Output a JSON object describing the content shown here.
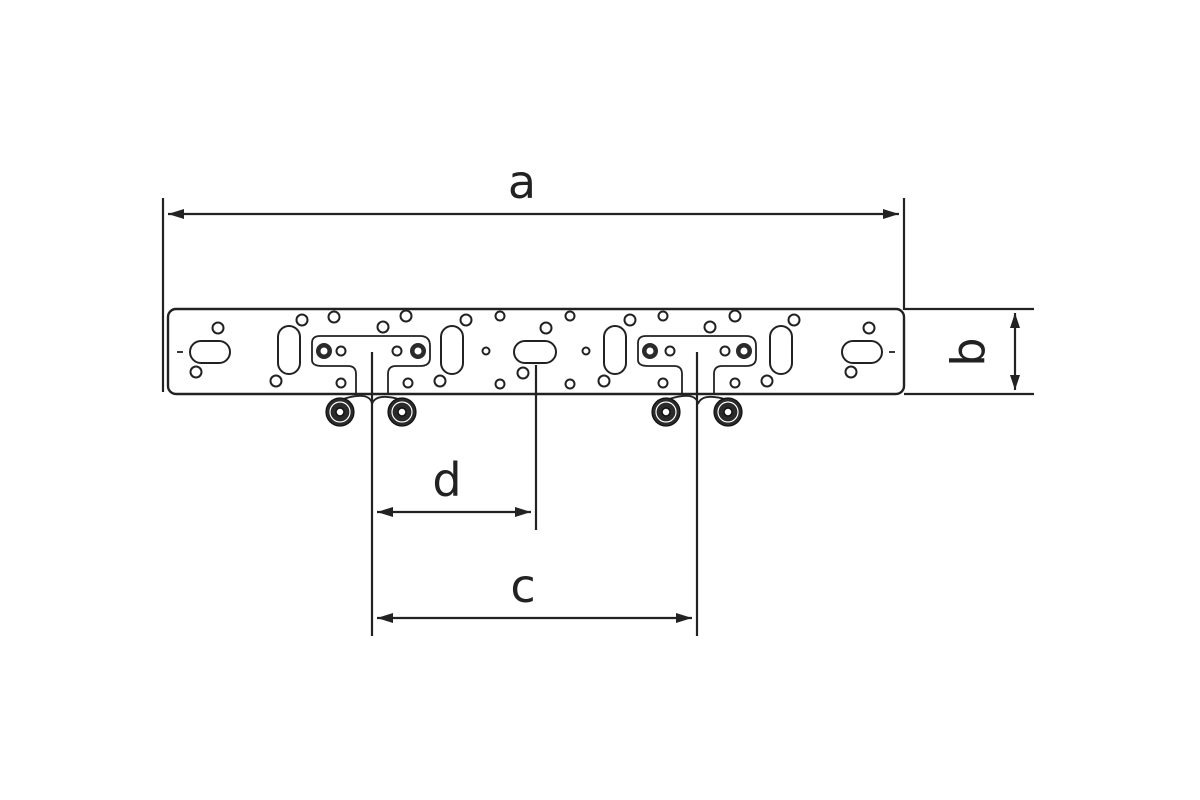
{
  "dimensions": {
    "a": {
      "label": "a"
    },
    "b": {
      "label": "b"
    },
    "c": {
      "label": "c"
    },
    "d": {
      "label": "d"
    }
  },
  "colors": {
    "line": "#222222",
    "background": "#ffffff"
  }
}
